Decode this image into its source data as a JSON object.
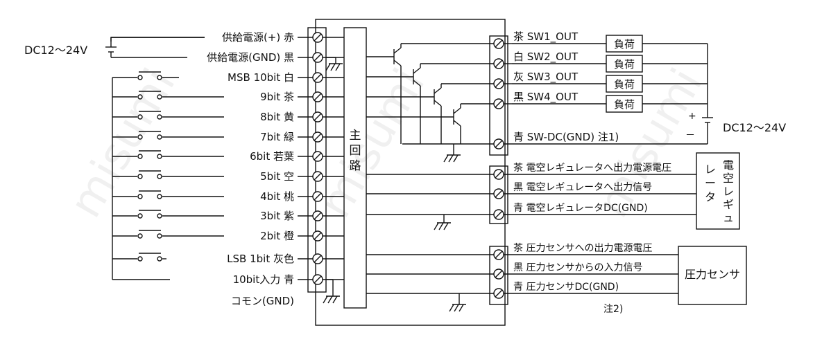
{
  "watermark": "misumi",
  "dc_left": "DC12～24V",
  "dc_right": "DC12～24V",
  "polarity": {
    "plus": "+",
    "minus": "－"
  },
  "left_labels": [
    "供給電源(+) 赤",
    "供給電源(GND) 黒",
    "MSB 10bit 白",
    "9bit 茶",
    "8bit 黄",
    "7bit 緑",
    "6bit 若葉",
    "5bit 空",
    "4bit 桃",
    "3bit 紫",
    "2bit 橙",
    "LSB 1bit 灰色",
    "10bit入力 青",
    "コモン(GND)"
  ],
  "main_circuit": [
    "主",
    "回",
    "路"
  ],
  "outputs": [
    "茶 SW1_OUT",
    "白 SW2_OUT",
    "灰 SW3_OUT",
    "黒 SW4_OUT"
  ],
  "sw_dc": "青 SW-DC(GND) 注1)",
  "load": "負荷",
  "regulator_wires": [
    "茶 電空レギュレータへ出力電源電圧",
    "黒 電空レギュレータへ出力信号",
    "青 電空レギュレータDC(GND)"
  ],
  "regulator_box": [
    "電空レギュ",
    "レータ"
  ],
  "sensor_wires": [
    "茶 圧力センサへの出力電源電圧",
    "黒 圧力センサからの入力信号",
    "青 圧力センサDC(GND)"
  ],
  "sensor_box": "圧力センサ",
  "note2": "注2)"
}
